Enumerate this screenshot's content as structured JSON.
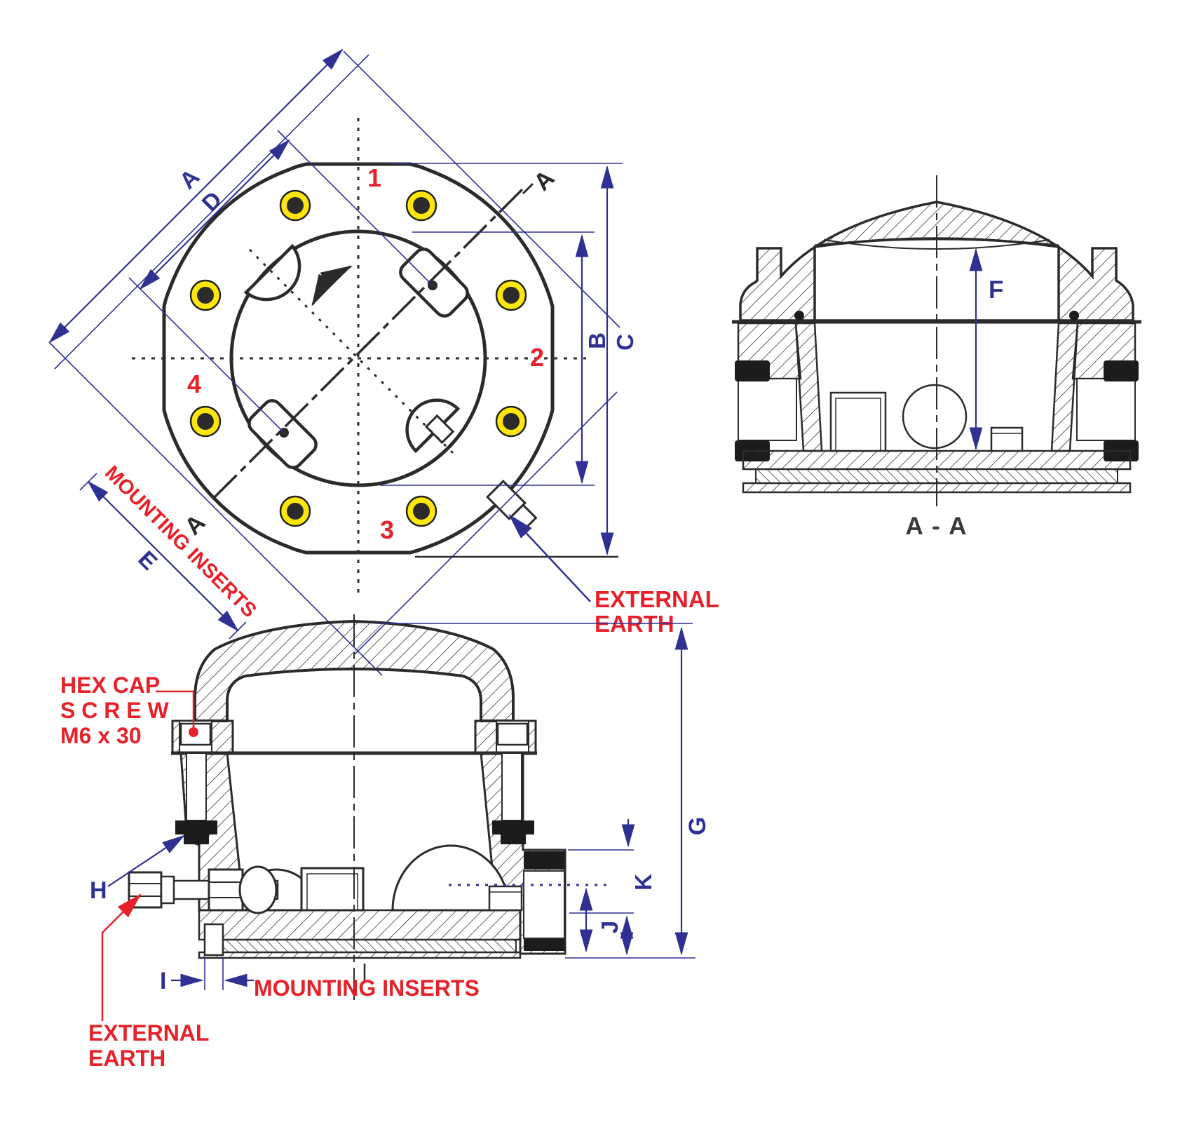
{
  "colors": {
    "line_black": "#2b2b2b",
    "dimension_blue": "#2e3192",
    "annotation_red": "#e62129",
    "hole_yellow": "#ffe60a",
    "caption_gray": "#3a3a3a",
    "background": "#ffffff"
  },
  "top_view": {
    "dim_a": "A",
    "dim_d": "D",
    "dim_e": "E",
    "dim_b": "B",
    "dim_c": "C",
    "pos_1": "1",
    "pos_2": "2",
    "pos_3": "3",
    "pos_4": "4",
    "section_a_start": "A",
    "section_a_end": "A",
    "mounting_inserts_label": "MOUNTING INSERTS",
    "external_earth_line1": "EXTERNAL",
    "external_earth_line2": "EARTH"
  },
  "section_aa": {
    "dim_f": "F",
    "caption": "A - A"
  },
  "side_view": {
    "hex_note_1": "HEX CAP",
    "hex_note_2": "S C R E W",
    "hex_note_3": "M6 x 30",
    "dim_h": "H",
    "dim_i": "I",
    "dim_g": "G",
    "dim_j": "J",
    "dim_k": "K",
    "mounting_inserts_label": "MOUNTING INSERTS",
    "external_earth_line1": "EXTERNAL",
    "external_earth_line2": "EARTH"
  }
}
